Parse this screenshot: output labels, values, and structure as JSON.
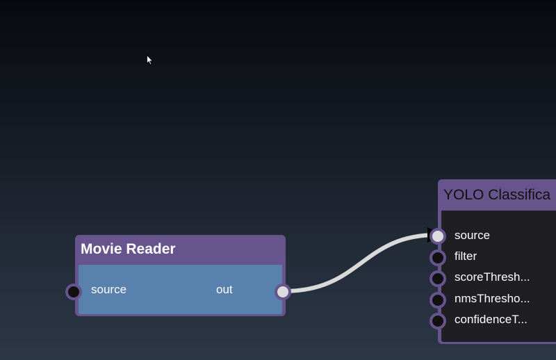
{
  "nodes": {
    "movie_reader": {
      "title": "Movie Reader",
      "inputs": [
        {
          "label": "source",
          "connected": false
        }
      ],
      "outputs": [
        {
          "label": "out",
          "connected": true
        }
      ]
    },
    "yolo": {
      "title": "YOLO Classifica",
      "inputs": [
        {
          "label": "source",
          "connected": true
        },
        {
          "label": "filter",
          "connected": false
        },
        {
          "label": "scoreThresh...",
          "connected": false
        },
        {
          "label": "nmsThresho...",
          "connected": false
        },
        {
          "label": "confidenceT...",
          "connected": false
        }
      ]
    }
  },
  "connections": [
    {
      "from": "Movie Reader.out",
      "to": "YOLO Classifica.source"
    }
  ],
  "colors": {
    "node_border": "#66558c",
    "movie_reader_body": "#5881ad",
    "yolo_body": "#1f1e22",
    "edge": "#d9d9d9",
    "port_empty": "#111111",
    "port_connected": "#dcdcdc"
  }
}
